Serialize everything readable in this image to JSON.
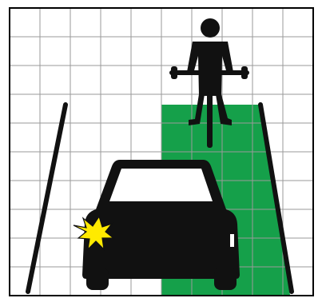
{
  "scene": {
    "description_icons": [
      "cyclist-icon",
      "car-icon",
      "turn-signal-flash-icon",
      "bike-lane",
      "lane-line-left",
      "lane-line-right",
      "grid"
    ]
  },
  "colors": {
    "background": "#ffffff",
    "grid": "#9a9a9a",
    "border": "#000000",
    "bike_lane": "#15a04a",
    "silhouette": "#111111",
    "flash": "#ffea00",
    "light": "#ffffff"
  }
}
